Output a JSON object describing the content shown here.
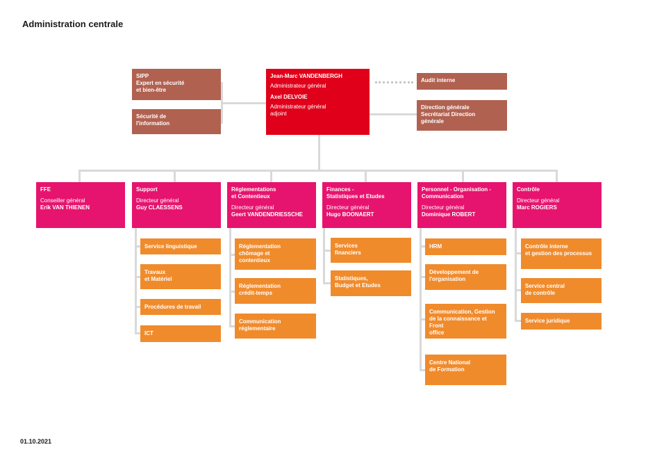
{
  "page": {
    "title": "Administration centrale",
    "date": "01.10.2021"
  },
  "top": {
    "head": {
      "name1": "Jean-Marc VANDENBERGH",
      "role1": "Administrateur général",
      "name2": "Axel DELVOIE",
      "role2": "Administrateur général\nadjoint"
    },
    "left": [
      {
        "label": "SIPP\nExpert en sécurité\net bien-être"
      },
      {
        "label": "Sécurité de\nl'information"
      }
    ],
    "right": [
      {
        "label": "Audit interne"
      },
      {
        "label": "Direction générale\nSecrétariat Direction\ngénérale"
      }
    ]
  },
  "departments": [
    {
      "name": "FFE",
      "role": "Conseiller général",
      "person": "Erik VAN THIENEN",
      "services": []
    },
    {
      "name": "Support",
      "role": "Directeur général",
      "person": "Guy CLAESSENS",
      "services": [
        "Service linguistique",
        "Travaux\net Matériel",
        "Procédures de travail",
        "ICT"
      ]
    },
    {
      "name": "Réglementations\net Contentieux",
      "role": "Directeur général",
      "person": "Geert VANDENDRIESSCHE",
      "services": [
        "Réglementation\nchômage et\ncontentieux",
        "Réglementation\ncrédit-temps",
        "Communication\nréglementaire"
      ]
    },
    {
      "name": "Finances -\nStatistiques et Etudes",
      "role": "Directeur général",
      "person": "Hugo BOONAERT",
      "services": [
        "Services\nfinanciers",
        "Statistiques,\nBudget et Etudes"
      ]
    },
    {
      "name": "Personnel - Organisation -\nCommunication",
      "role": "Directeur général",
      "person": "Dominique ROBERT",
      "services": [
        "HRM",
        "Développement de\nl'organisation",
        "Communication, Gestion\nde la connaissance et Front\noffice",
        "Centre National\nde Formation"
      ]
    },
    {
      "name": "Contrôle",
      "role": "Directeur général",
      "person": "Marc ROGIERS",
      "services": [
        "Contrôle interne\net gestion des processus",
        "Service central\nde contrôle",
        "Service juridique"
      ]
    }
  ]
}
